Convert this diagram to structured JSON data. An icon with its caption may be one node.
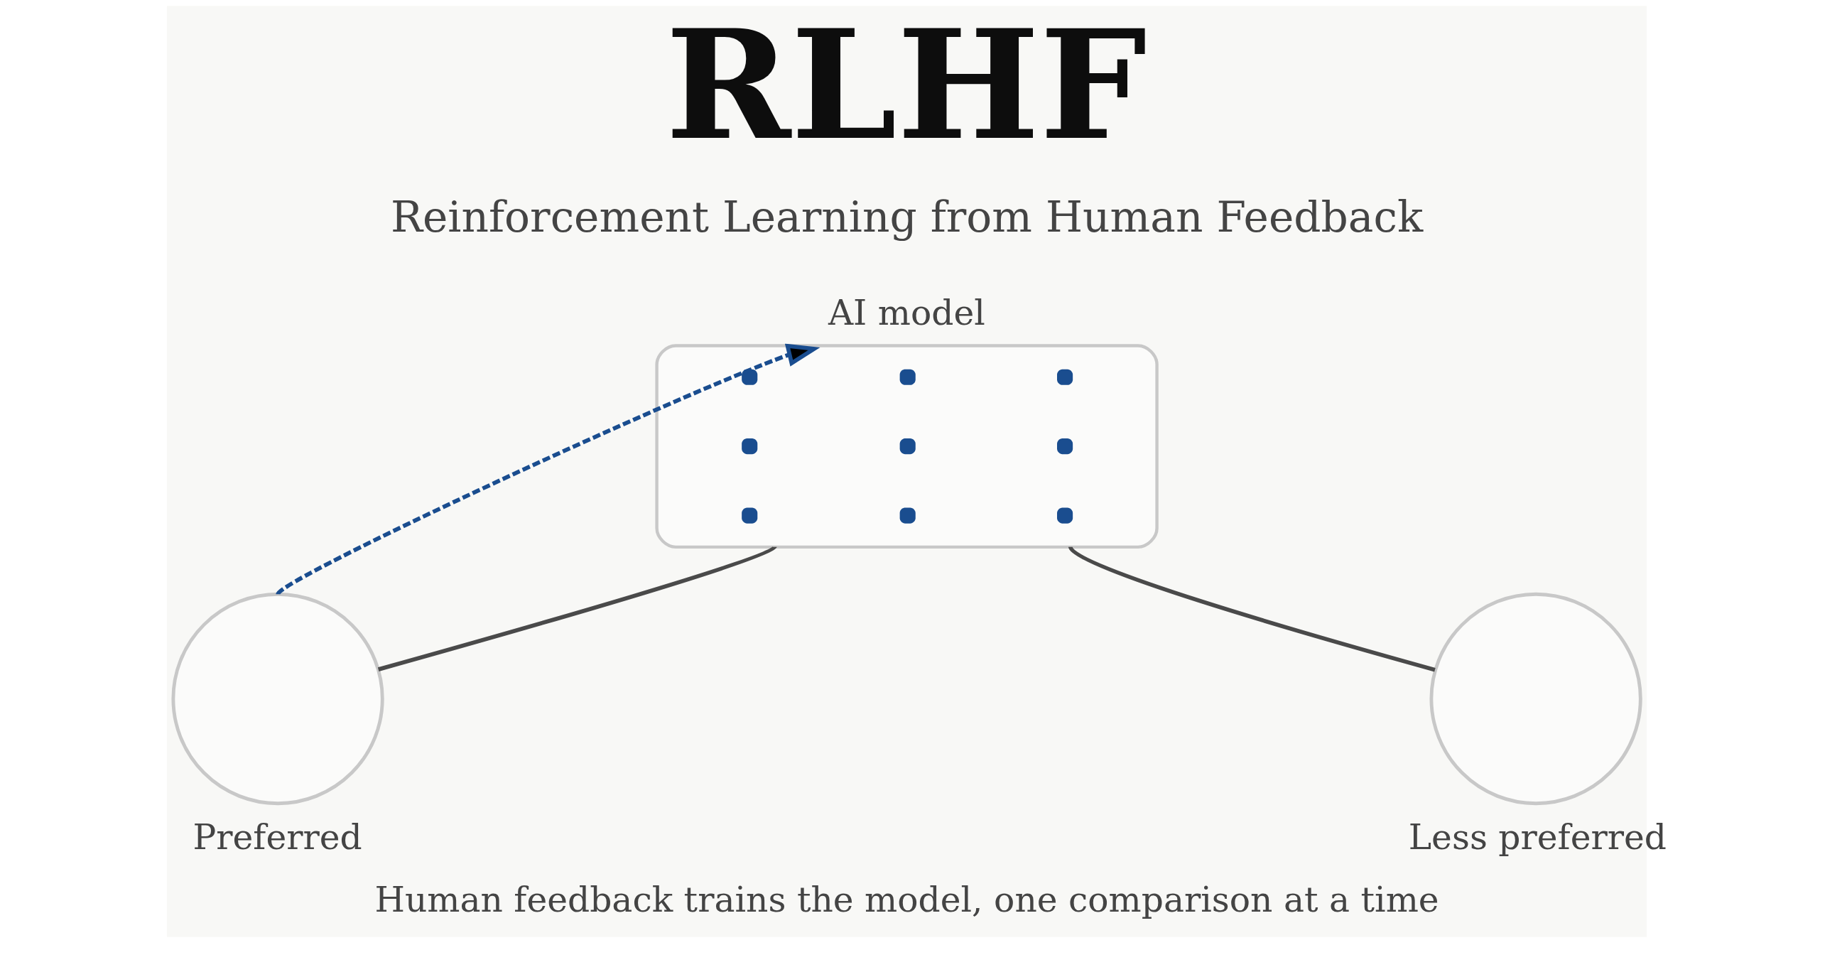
{
  "diagram": {
    "title": "RLHF",
    "caption": "Human feedback trains the model, one comparison at a time",
    "nodes": [
      {
        "text": [
          "AI model"
        ]
      },
      {
        "text": [
          "Preferred"
        ]
      },
      {
        "text": [
          "Less preferred"
        ]
      }
    ],
    "edges": [
      {
        "from": 0,
        "to": 1,
        "arrow": "none"
      },
      {
        "from": 0,
        "to": 2,
        "arrow": "none"
      },
      {
        "from": 1,
        "to": 0,
        "arrow": "to",
        "style": "dashed",
        "color": "#1a4d8f"
      }
    ],
    "labels": [
      "Reinforcement Learning from Human Feedback"
    ]
  }
}
